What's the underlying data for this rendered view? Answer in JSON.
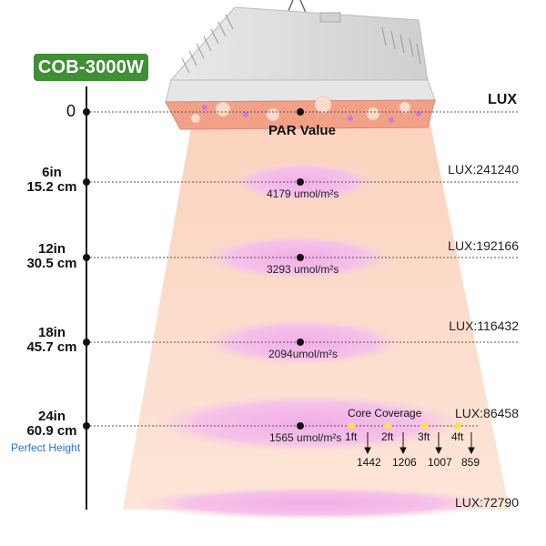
{
  "product": {
    "model": "COB-3000W"
  },
  "header": {
    "lux_label": "LUX",
    "zero_label": "0",
    "par_title": "PAR Value"
  },
  "levels": [
    {
      "inches": "6in",
      "cm": "15.2 cm",
      "par": "4179 umol/m²s",
      "lux": "LUX:241240"
    },
    {
      "inches": "12in",
      "cm": "30.5 cm",
      "par": "3293 umol/m²s",
      "lux": "LUX:192166"
    },
    {
      "inches": "18in",
      "cm": "45.7 cm",
      "par": "2094umol/m²s",
      "lux": "LUX:116432"
    },
    {
      "inches": "24in",
      "cm": "60.9 cm",
      "par": "1565 umol/m²s",
      "lux": "LUX:86458",
      "note": "Perfect Height"
    }
  ],
  "partial_lux": "LUX:72790",
  "core_coverage": {
    "title": "Core Coverage",
    "points": [
      {
        "label": "1ft",
        "value": "1442"
      },
      {
        "label": "2ft",
        "value": "1206"
      },
      {
        "label": "3ft",
        "value": "1007"
      },
      {
        "label": "4ft",
        "value": "859"
      }
    ]
  },
  "colors": {
    "badge": "#3f8f35",
    "beam": "#fbd9c4",
    "ellipse": "#f4b8e8",
    "panel": "#f2a188",
    "accent_blue": "#2a6fd6",
    "marker_yellow": "#ffe533"
  }
}
